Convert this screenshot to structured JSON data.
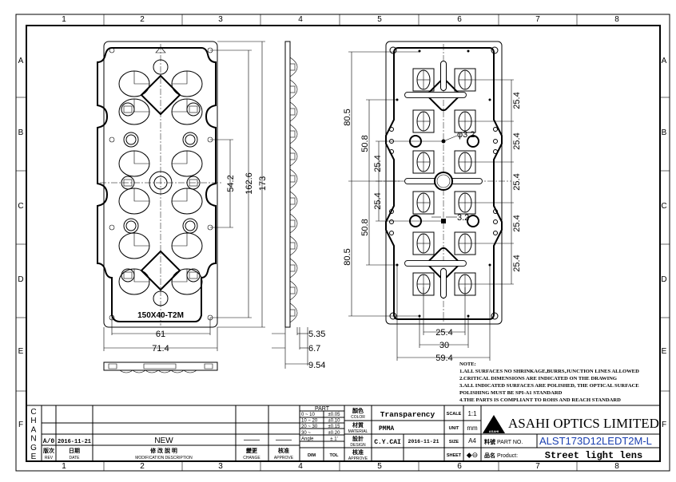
{
  "frame": {
    "columns": [
      "1",
      "2",
      "3",
      "4",
      "5",
      "6",
      "7",
      "8"
    ],
    "rows": [
      "A",
      "B",
      "C",
      "D",
      "E",
      "F"
    ]
  },
  "front_view": {
    "engraving": "150X40-T2M",
    "dims": {
      "hole_pitch_x": "61",
      "width": "71.4",
      "hole_pitch_y": "54.2",
      "hole_span_y": "162.6",
      "length": "173"
    }
  },
  "side_view": {
    "dims": {
      "d1": "5.35",
      "d2": "6.7",
      "d3": "9.54"
    }
  },
  "back_view": {
    "dims": {
      "half_top": "80.5",
      "half_bottom": "80.5",
      "mid_top": "50.8",
      "mid_bottom": "50.8",
      "inner_top": "25.4",
      "inner_bottom": "25.4",
      "right_pitch": [
        "25.4",
        "25.4",
        "25.4",
        "25.4",
        "25.4"
      ],
      "pin_dia": "φ3.2",
      "slot": "3.2",
      "lens_pitch_x": "25.4",
      "pin_pitch_x": "30",
      "hole_pitch_x": "59.4"
    }
  },
  "notes": {
    "title": "NOTE:",
    "items": [
      "1.ALL SURFACES NO SHRINKAGE,BURRS,JUNCTION LINES ALLOWED",
      "2.CRITICAL DIMENSIONS ARE INDICATED ON THE DRAWING",
      "3.ALL INDICATED SURFACES ARE POLISHED, THE OPTICAL SURFACE",
      "POLISHING MUST BE SPI-A1 STANDARD",
      "4.THE PARTS IS COMPLIANT TO ROHS AND REACH STANDARD"
    ]
  },
  "title_block": {
    "change_letters": [
      "C",
      "H",
      "A",
      "N",
      "G",
      "E"
    ],
    "revision": {
      "rev": "A/0",
      "date": "2016-11-21",
      "description": "NEW",
      "change": "——",
      "approve": "——"
    },
    "headers": {
      "rev_cn": "版次",
      "rev": "REV",
      "date_cn": "日期",
      "date": "DATE",
      "desc_cn": "修 改 說 明",
      "desc": "MODIFICATION  DESCRIPTION",
      "change_cn": "變更",
      "change": "CHANGE",
      "approve_cn": "核准",
      "approve": "APPROVE"
    },
    "tolerance": {
      "title": "PART",
      "rows": [
        [
          "0 ~ 10",
          "±0.05"
        ],
        [
          "10 ~ 20",
          "±0.10"
        ],
        [
          "20 ~ 30",
          "±0.15"
        ],
        [
          "30 ~",
          "±0.20"
        ],
        [
          "Angle",
          "± 1'"
        ]
      ],
      "dim": "DIM",
      "tol": "TOL"
    },
    "fields": {
      "color_cn": "顏色",
      "color": "COLOR",
      "color_value": "Transparency",
      "material_cn": "材質",
      "material": "MATERIAL",
      "material_value": "PMMA",
      "design_cn": "設計",
      "design": "DESIGN",
      "designer": "C.Y.CAI",
      "design_date": "2016-11-21",
      "approve_cn": "核准",
      "approve": "APPROVE"
    },
    "scale_label": "SCALE",
    "scale": "1:1",
    "unit_label": "UNIT",
    "unit": "mm",
    "size_label": "SIZE",
    "size": "A4",
    "sheet_label": "SHEET",
    "sheet_symbol": "◆⊖",
    "company": "ASAHI OPTICS LIMITED",
    "logo_text": "ASAHI",
    "part_no_cn": "料號",
    "part_no_label": "PART NO.",
    "part_no": "ALST173D12LEDT2M-L",
    "product_cn": "品名",
    "product_label": "Product:",
    "product": "Street light lens"
  }
}
